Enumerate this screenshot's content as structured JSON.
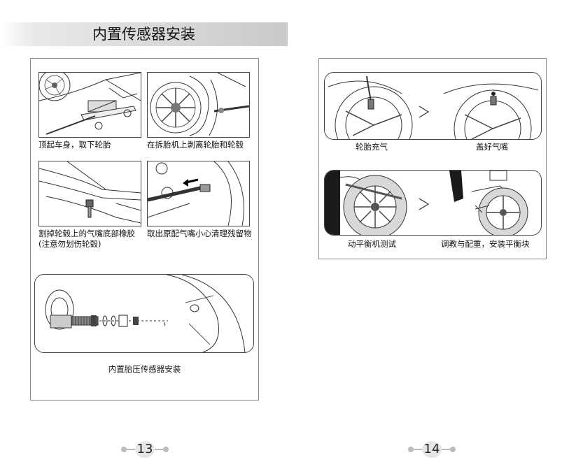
{
  "left_page": {
    "title": "内置传感器安装",
    "steps": [
      {
        "caption": "顶起车身，取下轮胎"
      },
      {
        "caption": "在拆胎机上剥离轮胎和轮毂"
      },
      {
        "caption": "割掉轮毂上的气嘴底部橡胶",
        "caption_line2": "(注意勿划伤轮毂)"
      },
      {
        "caption": "取出原配气嘴小心清理残留物"
      }
    ],
    "diagram_caption": "内置胎压传感器安装",
    "page_number": "13"
  },
  "right_page": {
    "steps": [
      {
        "caption": "轮胎充气"
      },
      {
        "caption": "盖好气嘴"
      },
      {
        "caption": "动平衡机测试"
      },
      {
        "caption": "调教与配重，安装平衡块"
      }
    ],
    "page_number": "14"
  }
}
